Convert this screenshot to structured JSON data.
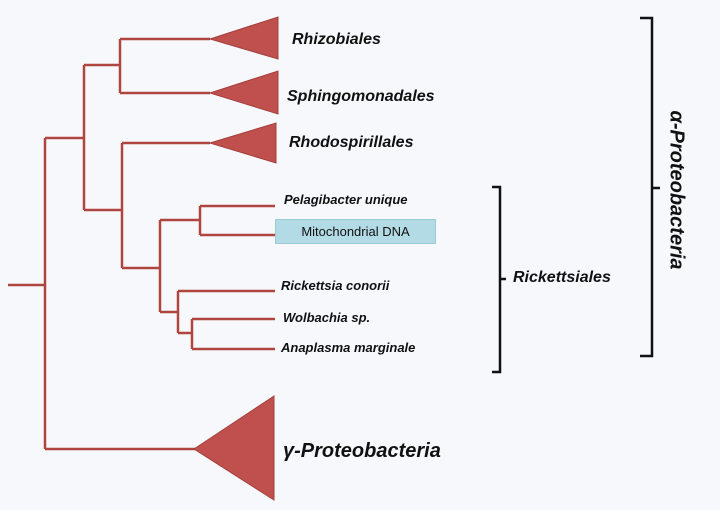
{
  "clades": {
    "rhizobiales": "Rhizobiales",
    "sphingomonadales": "Sphingomonadales",
    "rhodospirillales": "Rhodospirillales",
    "gamma": "γ-Proteobacteria"
  },
  "leaves": {
    "pelagibacter": "Pelagibacter unique",
    "mitochondrial": "Mitochondrial DNA",
    "rickettsia": "Rickettsia conorii",
    "wolbachia": "Wolbachia sp.",
    "anaplasma": "Anaplasma marginale"
  },
  "groups": {
    "rickettsiales": "Rickettsiales",
    "alpha": "α-Proteobacteria"
  },
  "colors": {
    "branch": "#b0443f",
    "triangle": "#c0504d",
    "triangle_stroke": "#a33f3c",
    "highlight": "#b3dbe6",
    "bracket": "#111111"
  }
}
